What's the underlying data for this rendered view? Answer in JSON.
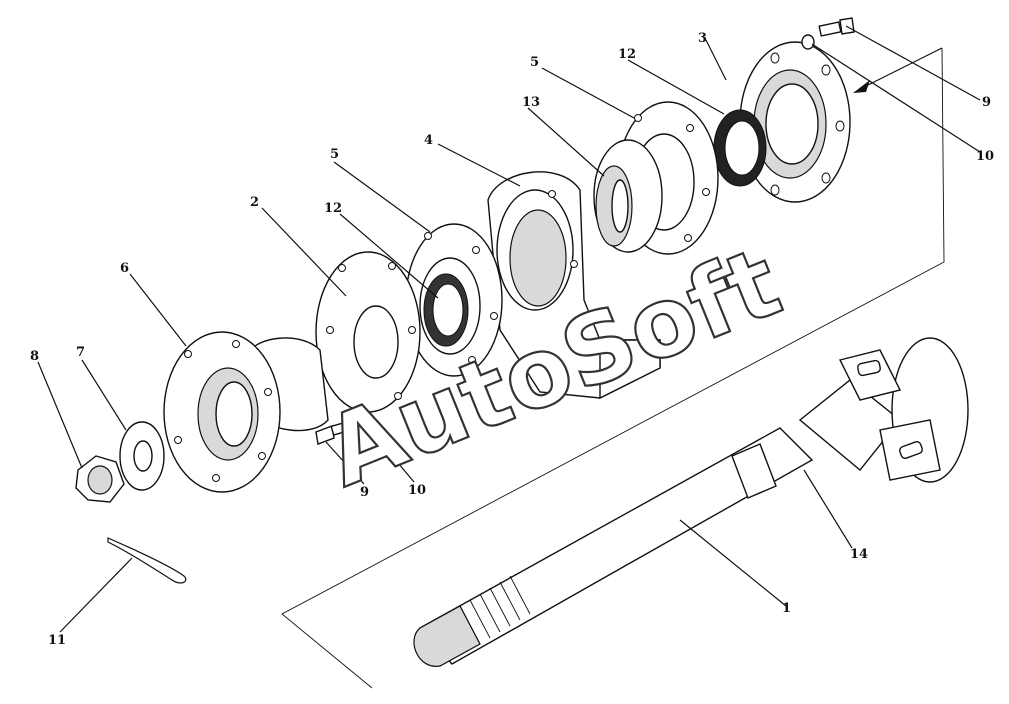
{
  "diagram": {
    "watermark": "AutoSoft",
    "callouts": [
      "1",
      "2",
      "3",
      "4",
      "5",
      "5",
      "6",
      "7",
      "8",
      "9",
      "9",
      "10",
      "10",
      "11",
      "12",
      "12",
      "13",
      "14"
    ]
  }
}
